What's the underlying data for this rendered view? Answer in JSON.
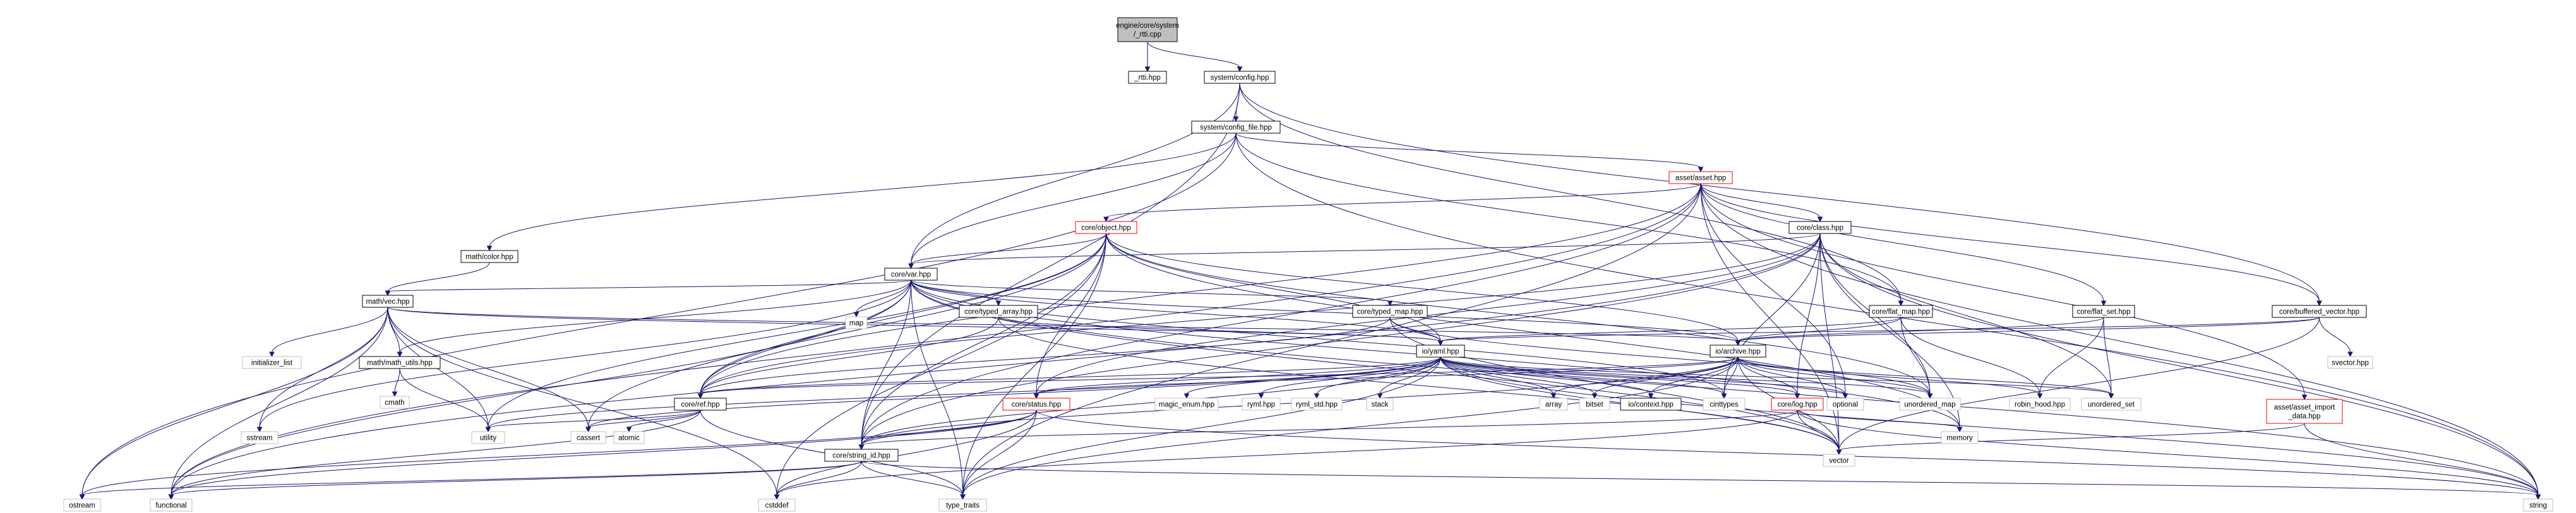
{
  "graph": {
    "nodes": [
      {
        "id": "root",
        "lines": [
          "engine/core/system",
          "/_rtti.cpp"
        ],
        "style": "root"
      },
      {
        "id": "rtti",
        "lines": [
          "_rtti.hpp"
        ],
        "style": "doc"
      },
      {
        "id": "sysconfig",
        "lines": [
          "system/config.hpp"
        ],
        "style": "doc"
      },
      {
        "id": "sysconfigfile",
        "lines": [
          "system/config_file.hpp"
        ],
        "style": "doc"
      },
      {
        "id": "asset",
        "lines": [
          "asset/asset.hpp"
        ],
        "style": "truncated"
      },
      {
        "id": "mathcolor",
        "lines": [
          "math/color.hpp"
        ],
        "style": "doc"
      },
      {
        "id": "coreobject",
        "lines": [
          "core/object.hpp"
        ],
        "style": "truncated"
      },
      {
        "id": "coreclass",
        "lines": [
          "core/class.hpp"
        ],
        "style": "doc"
      },
      {
        "id": "corevar",
        "lines": [
          "core/var.hpp"
        ],
        "style": "doc"
      },
      {
        "id": "mathvec",
        "lines": [
          "math/vec.hpp"
        ],
        "style": "doc"
      },
      {
        "id": "map",
        "lines": [
          "map"
        ],
        "style": "std"
      },
      {
        "id": "coretypedarray",
        "lines": [
          "core/typed_array.hpp"
        ],
        "style": "doc"
      },
      {
        "id": "coretypedmap",
        "lines": [
          "core/typed_map.hpp"
        ],
        "style": "doc"
      },
      {
        "id": "coreflatmap",
        "lines": [
          "core/flat_map.hpp"
        ],
        "style": "doc"
      },
      {
        "id": "coreflatset",
        "lines": [
          "core/flat_set.hpp"
        ],
        "style": "doc"
      },
      {
        "id": "corebufvec",
        "lines": [
          "core/buffered_vector.hpp"
        ],
        "style": "doc"
      },
      {
        "id": "svector",
        "lines": [
          "svector.hpp"
        ],
        "style": "std"
      },
      {
        "id": "assetimport",
        "lines": [
          "asset/asset_import",
          "_data.hpp"
        ],
        "style": "truncated"
      },
      {
        "id": "initlist",
        "lines": [
          "initializer_list"
        ],
        "style": "std"
      },
      {
        "id": "mathutils",
        "lines": [
          "math/math_utils.hpp"
        ],
        "style": "doc"
      },
      {
        "id": "cmath",
        "lines": [
          "cmath"
        ],
        "style": "std"
      },
      {
        "id": "ioyaml",
        "lines": [
          "io/yaml.hpp"
        ],
        "style": "doc"
      },
      {
        "id": "ioarchive",
        "lines": [
          "io/archive.hpp"
        ],
        "style": "doc"
      },
      {
        "id": "coreref",
        "lines": [
          "core/ref.hpp"
        ],
        "style": "doc"
      },
      {
        "id": "corestatus",
        "lines": [
          "core/status.hpp"
        ],
        "style": "truncated"
      },
      {
        "id": "corelog",
        "lines": [
          "core/log.hpp"
        ],
        "style": "truncated"
      },
      {
        "id": "corestringid",
        "lines": [
          "core/string_id.hpp"
        ],
        "style": "doc"
      },
      {
        "id": "magicenum",
        "lines": [
          "magic_enum.hpp"
        ],
        "style": "std"
      },
      {
        "id": "rymlhpp",
        "lines": [
          "ryml.hpp"
        ],
        "style": "std"
      },
      {
        "id": "rymlstd",
        "lines": [
          "ryml_std.hpp"
        ],
        "style": "std"
      },
      {
        "id": "stack",
        "lines": [
          "stack"
        ],
        "style": "std"
      },
      {
        "id": "array",
        "lines": [
          "array"
        ],
        "style": "std"
      },
      {
        "id": "bitset",
        "lines": [
          "bitset"
        ],
        "style": "std"
      },
      {
        "id": "iocontext",
        "lines": [
          "io/context.hpp"
        ],
        "style": "doc"
      },
      {
        "id": "cinttypes",
        "lines": [
          "cinttypes"
        ],
        "style": "std"
      },
      {
        "id": "optional",
        "lines": [
          "optional"
        ],
        "style": "std"
      },
      {
        "id": "unordmap",
        "lines": [
          "unordered_map"
        ],
        "style": "std"
      },
      {
        "id": "robinhood",
        "lines": [
          "robin_hood.hpp"
        ],
        "style": "std"
      },
      {
        "id": "unordset",
        "lines": [
          "unordered_set"
        ],
        "style": "std"
      },
      {
        "id": "sstream",
        "lines": [
          "sstream"
        ],
        "style": "std"
      },
      {
        "id": "utility",
        "lines": [
          "utility"
        ],
        "style": "std"
      },
      {
        "id": "cassert",
        "lines": [
          "cassert"
        ],
        "style": "std"
      },
      {
        "id": "atomic",
        "lines": [
          "atomic"
        ],
        "style": "std"
      },
      {
        "id": "memory",
        "lines": [
          "memory"
        ],
        "style": "std"
      },
      {
        "id": "vector",
        "lines": [
          "vector"
        ],
        "style": "std"
      },
      {
        "id": "ostream",
        "lines": [
          "ostream"
        ],
        "style": "std"
      },
      {
        "id": "functional",
        "lines": [
          "functional"
        ],
        "style": "std"
      },
      {
        "id": "cstddef",
        "lines": [
          "cstddef"
        ],
        "style": "std"
      },
      {
        "id": "typetraits",
        "lines": [
          "type_traits"
        ],
        "style": "std"
      },
      {
        "id": "string",
        "lines": [
          "string"
        ],
        "style": "std"
      }
    ],
    "edges": [
      [
        "root",
        "rtti"
      ],
      [
        "root",
        "sysconfig"
      ],
      [
        "sysconfig",
        "sysconfigfile"
      ],
      [
        "sysconfig",
        "corevar"
      ],
      [
        "sysconfig",
        "coreflatmap"
      ],
      [
        "sysconfig",
        "corebufvec"
      ],
      [
        "sysconfig",
        "corestringid"
      ],
      [
        "sysconfigfile",
        "asset"
      ],
      [
        "sysconfigfile",
        "mathcolor"
      ],
      [
        "sysconfigfile",
        "corevar"
      ],
      [
        "sysconfigfile",
        "coreflatmap"
      ],
      [
        "sysconfigfile",
        "string"
      ],
      [
        "sysconfigfile",
        "ostream"
      ],
      [
        "asset",
        "coreobject"
      ],
      [
        "asset",
        "coreclass"
      ],
      [
        "asset",
        "coreflatset"
      ],
      [
        "asset",
        "corebufvec"
      ],
      [
        "asset",
        "assetimport"
      ],
      [
        "asset",
        "corestringid"
      ],
      [
        "asset",
        "coreref"
      ],
      [
        "asset",
        "optional"
      ],
      [
        "asset",
        "vector"
      ],
      [
        "asset",
        "string"
      ],
      [
        "asset",
        "typetraits"
      ],
      [
        "asset",
        "functional"
      ],
      [
        "mathcolor",
        "mathvec"
      ],
      [
        "coreobject",
        "corevar"
      ],
      [
        "coreobject",
        "coreref"
      ],
      [
        "coreobject",
        "corestatus"
      ],
      [
        "coreobject",
        "corestringid"
      ],
      [
        "coreobject",
        "ioyaml"
      ],
      [
        "coreobject",
        "ioarchive"
      ],
      [
        "coreobject",
        "unordmap"
      ],
      [
        "coreobject",
        "cstddef"
      ],
      [
        "coreobject",
        "typetraits"
      ],
      [
        "coreobject",
        "memory"
      ],
      [
        "coreobject",
        "cassert"
      ],
      [
        "coreobject",
        "utility"
      ],
      [
        "coreclass",
        "corevar"
      ],
      [
        "coreclass",
        "corelog"
      ],
      [
        "coreclass",
        "corestatus"
      ],
      [
        "coreclass",
        "coreref"
      ],
      [
        "coreclass",
        "corestringid"
      ],
      [
        "coreclass",
        "unordmap"
      ],
      [
        "coreclass",
        "unordset"
      ],
      [
        "coreclass",
        "vector"
      ],
      [
        "coreclass",
        "string"
      ],
      [
        "coreclass",
        "functional"
      ],
      [
        "coreclass",
        "cinttypes"
      ],
      [
        "coreclass",
        "memory"
      ],
      [
        "corevar",
        "mathvec"
      ],
      [
        "corevar",
        "map"
      ],
      [
        "corevar",
        "coretypedarray"
      ],
      [
        "corevar",
        "coretypedmap"
      ],
      [
        "corevar",
        "ioyaml"
      ],
      [
        "corevar",
        "ioarchive"
      ],
      [
        "corevar",
        "coreref"
      ],
      [
        "corevar",
        "corestringid"
      ],
      [
        "corevar",
        "mathutils"
      ],
      [
        "corevar",
        "functional"
      ],
      [
        "corevar",
        "sstream"
      ],
      [
        "corevar",
        "typetraits"
      ],
      [
        "corevar",
        "vector"
      ],
      [
        "corevar",
        "cinttypes"
      ],
      [
        "corevar",
        "string"
      ],
      [
        "corevar",
        "memory"
      ],
      [
        "mathvec",
        "initlist"
      ],
      [
        "mathvec",
        "mathutils"
      ],
      [
        "mathvec",
        "ioyaml"
      ],
      [
        "mathvec",
        "ioarchive"
      ],
      [
        "mathvec",
        "sstream"
      ],
      [
        "mathvec",
        "ostream"
      ],
      [
        "mathvec",
        "functional"
      ],
      [
        "mathvec",
        "cassert"
      ],
      [
        "mathvec",
        "cstddef"
      ],
      [
        "mathvec",
        "utility"
      ],
      [
        "coretypedarray",
        "ioyaml"
      ],
      [
        "coretypedarray",
        "coreref"
      ],
      [
        "coretypedarray",
        "vector"
      ],
      [
        "coretypedmap",
        "ioyaml"
      ],
      [
        "coretypedmap",
        "unordmap"
      ],
      [
        "coretypedmap",
        "coreref"
      ],
      [
        "coretypedmap",
        "vector"
      ],
      [
        "coreflatmap",
        "ioarchive"
      ],
      [
        "coreflatmap",
        "robinhood"
      ],
      [
        "coreflatmap",
        "unordmap"
      ],
      [
        "coreflatmap",
        "ioyaml"
      ],
      [
        "coreflatset",
        "ioarchive"
      ],
      [
        "coreflatset",
        "robinhood"
      ],
      [
        "coreflatset",
        "unordset"
      ],
      [
        "corebufvec",
        "svector"
      ],
      [
        "corebufvec",
        "vector"
      ],
      [
        "corebufvec",
        "ioarchive"
      ],
      [
        "corebufvec",
        "ioyaml"
      ],
      [
        "assetimport",
        "vector"
      ],
      [
        "assetimport",
        "string"
      ],
      [
        "mathutils",
        "cmath"
      ],
      [
        "mathutils",
        "utility"
      ],
      [
        "ioyaml",
        "coreref"
      ],
      [
        "ioyaml",
        "corestatus"
      ],
      [
        "ioyaml",
        "corelog"
      ],
      [
        "ioyaml",
        "magicenum"
      ],
      [
        "ioyaml",
        "rymlhpp"
      ],
      [
        "ioyaml",
        "rymlstd"
      ],
      [
        "ioyaml",
        "stack"
      ],
      [
        "ioyaml",
        "array"
      ],
      [
        "ioyaml",
        "bitset"
      ],
      [
        "ioyaml",
        "iocontext"
      ],
      [
        "ioyaml",
        "cinttypes"
      ],
      [
        "ioyaml",
        "optional"
      ],
      [
        "ioyaml",
        "unordmap"
      ],
      [
        "ioyaml",
        "unordset"
      ],
      [
        "ioyaml",
        "vector"
      ],
      [
        "ioyaml",
        "string"
      ],
      [
        "ioyaml",
        "typetraits"
      ],
      [
        "ioyaml",
        "corestringid"
      ],
      [
        "ioyaml",
        "utility"
      ],
      [
        "ioyaml",
        "cassert"
      ],
      [
        "ioarchive",
        "coreref"
      ],
      [
        "ioarchive",
        "corestatus"
      ],
      [
        "ioarchive",
        "corelog"
      ],
      [
        "ioarchive",
        "array"
      ],
      [
        "ioarchive",
        "bitset"
      ],
      [
        "ioarchive",
        "iocontext"
      ],
      [
        "ioarchive",
        "cinttypes"
      ],
      [
        "ioarchive",
        "optional"
      ],
      [
        "ioarchive",
        "unordmap"
      ],
      [
        "ioarchive",
        "unordset"
      ],
      [
        "ioarchive",
        "robinhood"
      ],
      [
        "ioarchive",
        "vector"
      ],
      [
        "ioarchive",
        "corestringid"
      ],
      [
        "ioarchive",
        "typetraits"
      ],
      [
        "coreref",
        "utility"
      ],
      [
        "coreref",
        "cassert"
      ],
      [
        "coreref",
        "atomic"
      ],
      [
        "coreref",
        "functional"
      ],
      [
        "coreref",
        "typetraits"
      ],
      [
        "corestatus",
        "corestringid"
      ],
      [
        "corestatus",
        "string"
      ],
      [
        "corestatus",
        "functional"
      ],
      [
        "corestatus",
        "cstddef"
      ],
      [
        "corestatus",
        "typetraits"
      ],
      [
        "corestatus",
        "ostream"
      ],
      [
        "corelog",
        "corestringid"
      ],
      [
        "corelog",
        "memory"
      ],
      [
        "corelog",
        "string"
      ],
      [
        "corelog",
        "vector"
      ],
      [
        "corelog",
        "cstddef"
      ],
      [
        "corestringid",
        "functional"
      ],
      [
        "corestringid",
        "ostream"
      ],
      [
        "corestringid",
        "cstddef"
      ],
      [
        "corestringid",
        "typetraits"
      ],
      [
        "corestringid",
        "string"
      ]
    ]
  },
  "colors": {
    "edge": "#191970",
    "root_fill": "#bfbfbf",
    "doc_border": "#000000",
    "std_border": "#bfbfbf",
    "truncated_border": "#ff0000",
    "fill": "#ffffff"
  }
}
